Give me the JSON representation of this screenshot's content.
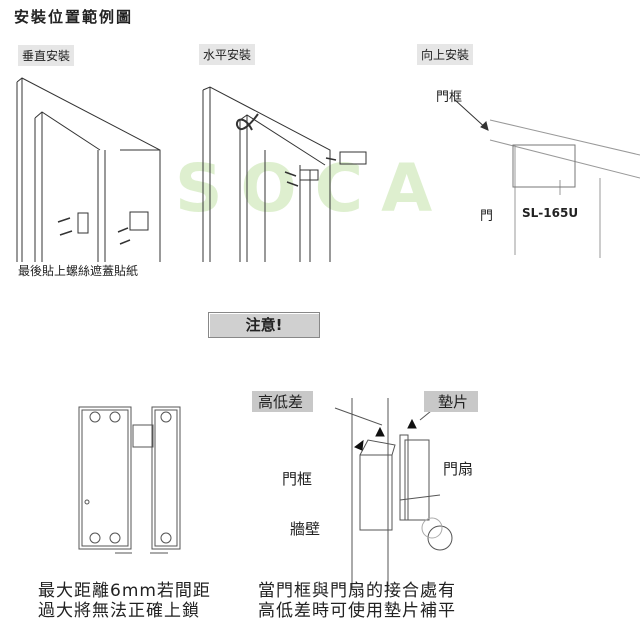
{
  "title": "安裝位置範例圖",
  "watermark": "SOCA",
  "sections": {
    "vertical": {
      "label": "垂直安裝",
      "caption": "最後貼上螺絲遮蓋貼紙"
    },
    "horizontal": {
      "label": "水平安裝"
    },
    "upward": {
      "label": "向上安裝",
      "frame_label": "門框",
      "door_label": "門",
      "model": "SL-165U"
    }
  },
  "notice": {
    "label": "注意!",
    "left": {
      "line1": "最大距離6mm若間距",
      "line2": "過大將無法正確上鎖"
    },
    "right": {
      "level_label": "高低差",
      "shim_label": "墊片",
      "frame_label": "門框",
      "door_label": "門扇",
      "wall_label": "牆壁",
      "line1": "當門框與門扇的接合處有",
      "line2": "高低差時可使用墊片補平"
    }
  }
}
